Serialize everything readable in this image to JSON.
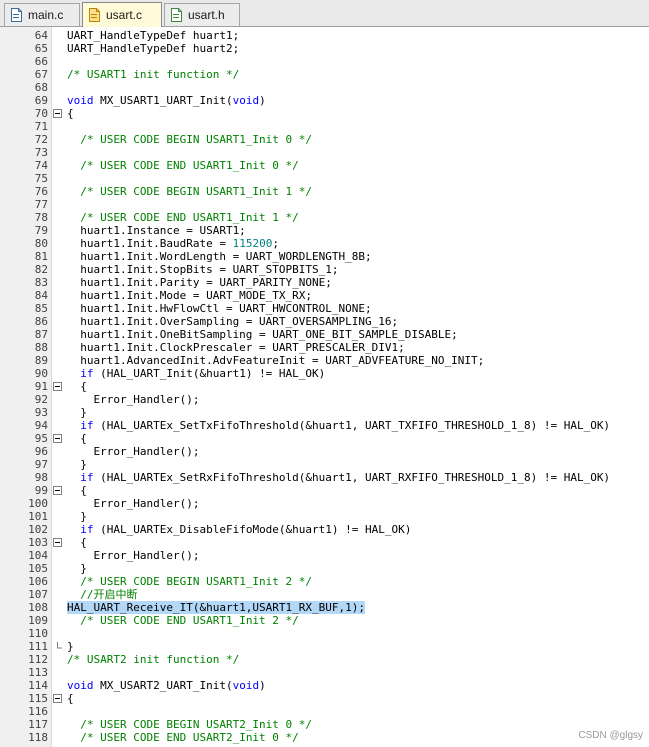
{
  "tabs": [
    {
      "label": "main.c",
      "active": false
    },
    {
      "label": "usart.c",
      "active": true
    },
    {
      "label": "usart.h",
      "active": false
    }
  ],
  "watermark": "CSDN @glgsy",
  "colors": {
    "keyword": "#0000ff",
    "comment": "#008000",
    "number": "#008080",
    "selection": "#b2d7f7"
  },
  "lines": [
    {
      "n": "64",
      "t": "UART_HandleTypeDef huart1;"
    },
    {
      "n": "65",
      "t": "UART_HandleTypeDef huart2;"
    },
    {
      "n": "66",
      "t": ""
    },
    {
      "n": "67",
      "t": "/* USART1 init function */"
    },
    {
      "n": "68",
      "t": ""
    },
    {
      "n": "69",
      "t": "void MX_USART1_UART_Init(void)"
    },
    {
      "n": "70",
      "t": "{"
    },
    {
      "n": "71",
      "t": ""
    },
    {
      "n": "72",
      "t": "  /* USER CODE BEGIN USART1_Init 0 */"
    },
    {
      "n": "73",
      "t": ""
    },
    {
      "n": "74",
      "t": "  /* USER CODE END USART1_Init 0 */"
    },
    {
      "n": "75",
      "t": ""
    },
    {
      "n": "76",
      "t": "  /* USER CODE BEGIN USART1_Init 1 */"
    },
    {
      "n": "77",
      "t": ""
    },
    {
      "n": "78",
      "t": "  /* USER CODE END USART1_Init 1 */"
    },
    {
      "n": "79",
      "t": "  huart1.Instance = USART1;"
    },
    {
      "n": "80",
      "t": "  huart1.Init.BaudRate = 115200;"
    },
    {
      "n": "81",
      "t": "  huart1.Init.WordLength = UART_WORDLENGTH_8B;"
    },
    {
      "n": "82",
      "t": "  huart1.Init.StopBits = UART_STOPBITS_1;"
    },
    {
      "n": "83",
      "t": "  huart1.Init.Parity = UART_PARITY_NONE;"
    },
    {
      "n": "84",
      "t": "  huart1.Init.Mode = UART_MODE_TX_RX;"
    },
    {
      "n": "85",
      "t": "  huart1.Init.HwFlowCtl = UART_HWCONTROL_NONE;"
    },
    {
      "n": "86",
      "t": "  huart1.Init.OverSampling = UART_OVERSAMPLING_16;"
    },
    {
      "n": "87",
      "t": "  huart1.Init.OneBitSampling = UART_ONE_BIT_SAMPLE_DISABLE;"
    },
    {
      "n": "88",
      "t": "  huart1.Init.ClockPrescaler = UART_PRESCALER_DIV1;"
    },
    {
      "n": "89",
      "t": "  huart1.AdvancedInit.AdvFeatureInit = UART_ADVFEATURE_NO_INIT;"
    },
    {
      "n": "90",
      "t": "  if (HAL_UART_Init(&huart1) != HAL_OK)"
    },
    {
      "n": "91",
      "t": "  {"
    },
    {
      "n": "92",
      "t": "    Error_Handler();"
    },
    {
      "n": "93",
      "t": "  }"
    },
    {
      "n": "94",
      "t": "  if (HAL_UARTEx_SetTxFifoThreshold(&huart1, UART_TXFIFO_THRESHOLD_1_8) != HAL_OK)"
    },
    {
      "n": "95",
      "t": "  {"
    },
    {
      "n": "96",
      "t": "    Error_Handler();"
    },
    {
      "n": "97",
      "t": "  }"
    },
    {
      "n": "98",
      "t": "  if (HAL_UARTEx_SetRxFifoThreshold(&huart1, UART_RXFIFO_THRESHOLD_1_8) != HAL_OK)"
    },
    {
      "n": "99",
      "t": "  {"
    },
    {
      "n": "100",
      "t": "    Error_Handler();"
    },
    {
      "n": "101",
      "t": "  }"
    },
    {
      "n": "102",
      "t": "  if (HAL_UARTEx_DisableFifoMode(&huart1) != HAL_OK)"
    },
    {
      "n": "103",
      "t": "  {"
    },
    {
      "n": "104",
      "t": "    Error_Handler();"
    },
    {
      "n": "105",
      "t": "  }"
    },
    {
      "n": "106",
      "t": "  /* USER CODE BEGIN USART1_Init 2 */"
    },
    {
      "n": "107",
      "t": "  //开启中断"
    },
    {
      "n": "108",
      "t": "HAL_UART_Receive_IT(&huart1,USART1_RX_BUF,1);"
    },
    {
      "n": "109",
      "t": "  /* USER CODE END USART1_Init 2 */"
    },
    {
      "n": "110",
      "t": ""
    },
    {
      "n": "111",
      "t": "}"
    },
    {
      "n": "112",
      "t": "/* USART2 init function */"
    },
    {
      "n": "113",
      "t": ""
    },
    {
      "n": "114",
      "t": "void MX_USART2_UART_Init(void)"
    },
    {
      "n": "115",
      "t": "{"
    },
    {
      "n": "116",
      "t": ""
    },
    {
      "n": "117",
      "t": "  /* USER CODE BEGIN USART2_Init 0 */"
    },
    {
      "n": "118",
      "t": "  /* USER CODE END USART2_Init 0 */"
    }
  ]
}
